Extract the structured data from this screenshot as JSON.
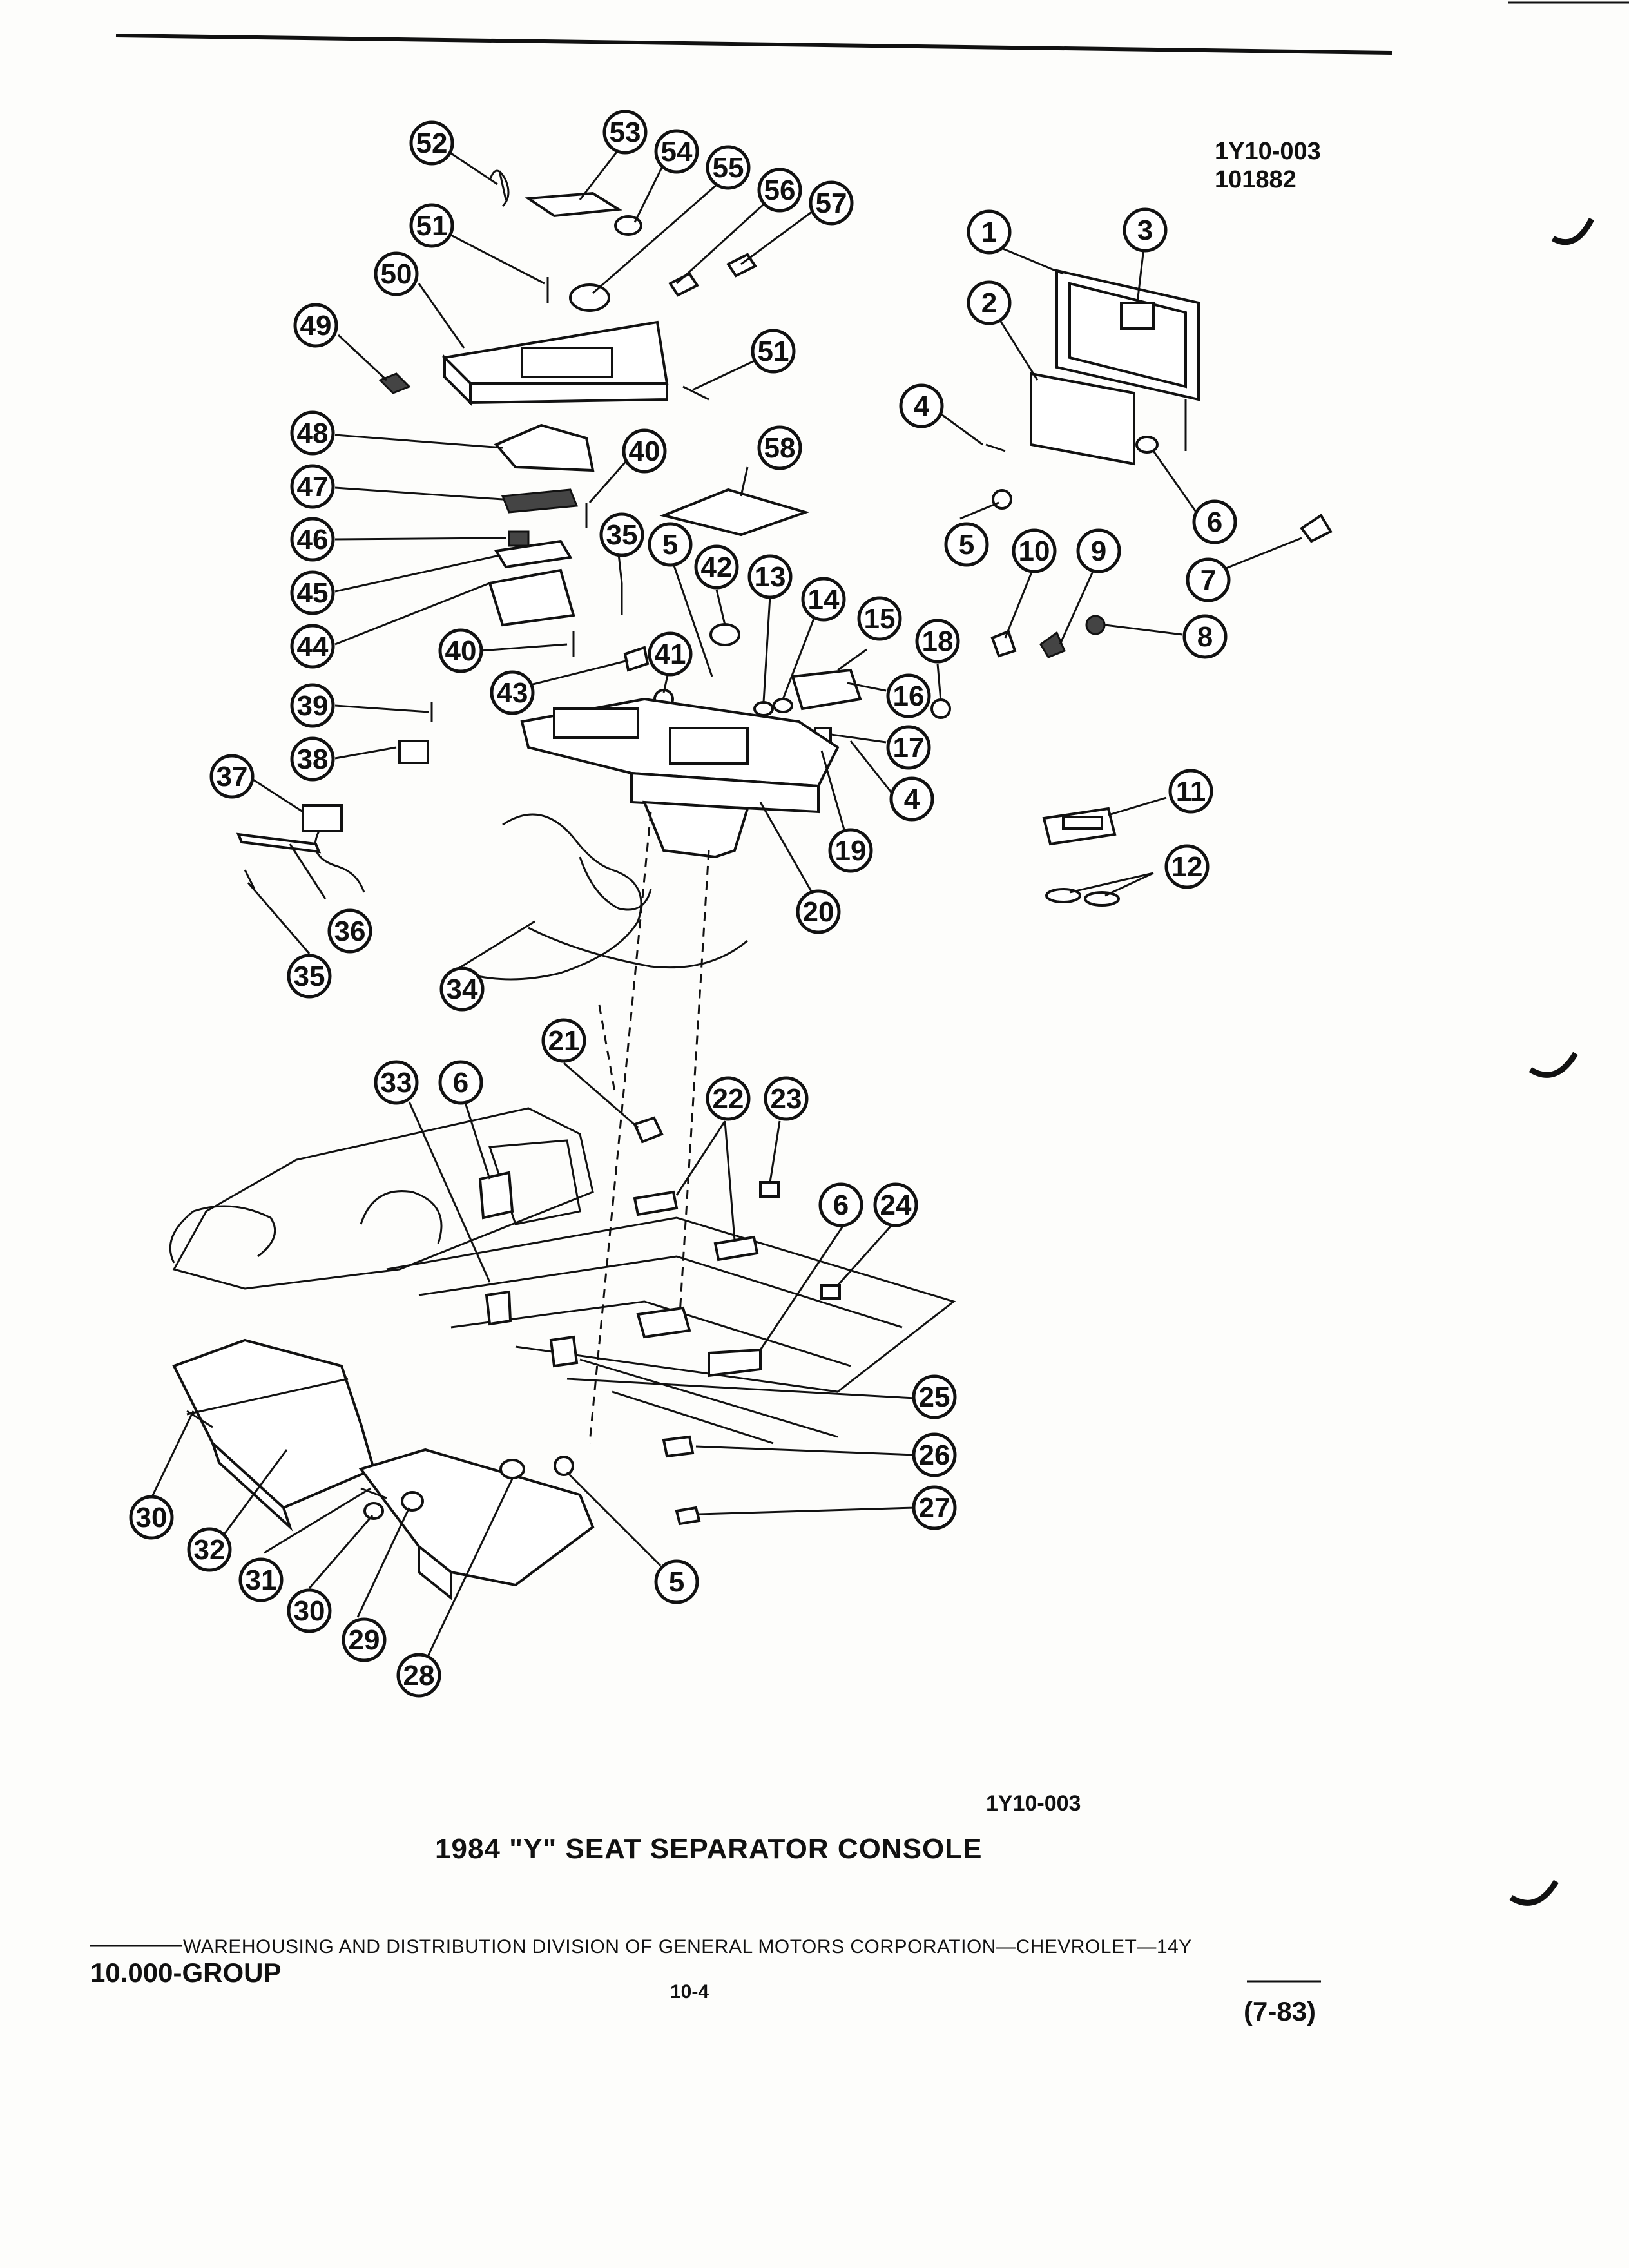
{
  "header": {
    "drawing_code": "1Y10-003",
    "drawing_date_code": "101882"
  },
  "figure": {
    "ref_code": "1Y10-003",
    "caption": "1984 \"Y\" SEAT SEPARATOR CONSOLE"
  },
  "footer": {
    "publisher_line": "WAREHOUSING AND DISTRIBUTION  DIVISION OF GENERAL MOTORS CORPORATION—CHEVROLET—14Y",
    "group": "10.000-GROUP",
    "page_number": "10-4",
    "revision_date": "(7-83)"
  },
  "callouts": [
    "1",
    "2",
    "3",
    "4",
    "5",
    "6",
    "7",
    "8",
    "9",
    "10",
    "11",
    "12",
    "13",
    "14",
    "15",
    "16",
    "17",
    "18",
    "19",
    "20",
    "21",
    "22",
    "23",
    "24",
    "25",
    "26",
    "27",
    "28",
    "29",
    "30",
    "31",
    "32",
    "33",
    "34",
    "35",
    "36",
    "37",
    "38",
    "39",
    "40",
    "41",
    "42",
    "43",
    "44",
    "45",
    "46",
    "47",
    "48",
    "49",
    "50",
    "51",
    "52",
    "53",
    "54",
    "55",
    "56",
    "57",
    "58"
  ]
}
